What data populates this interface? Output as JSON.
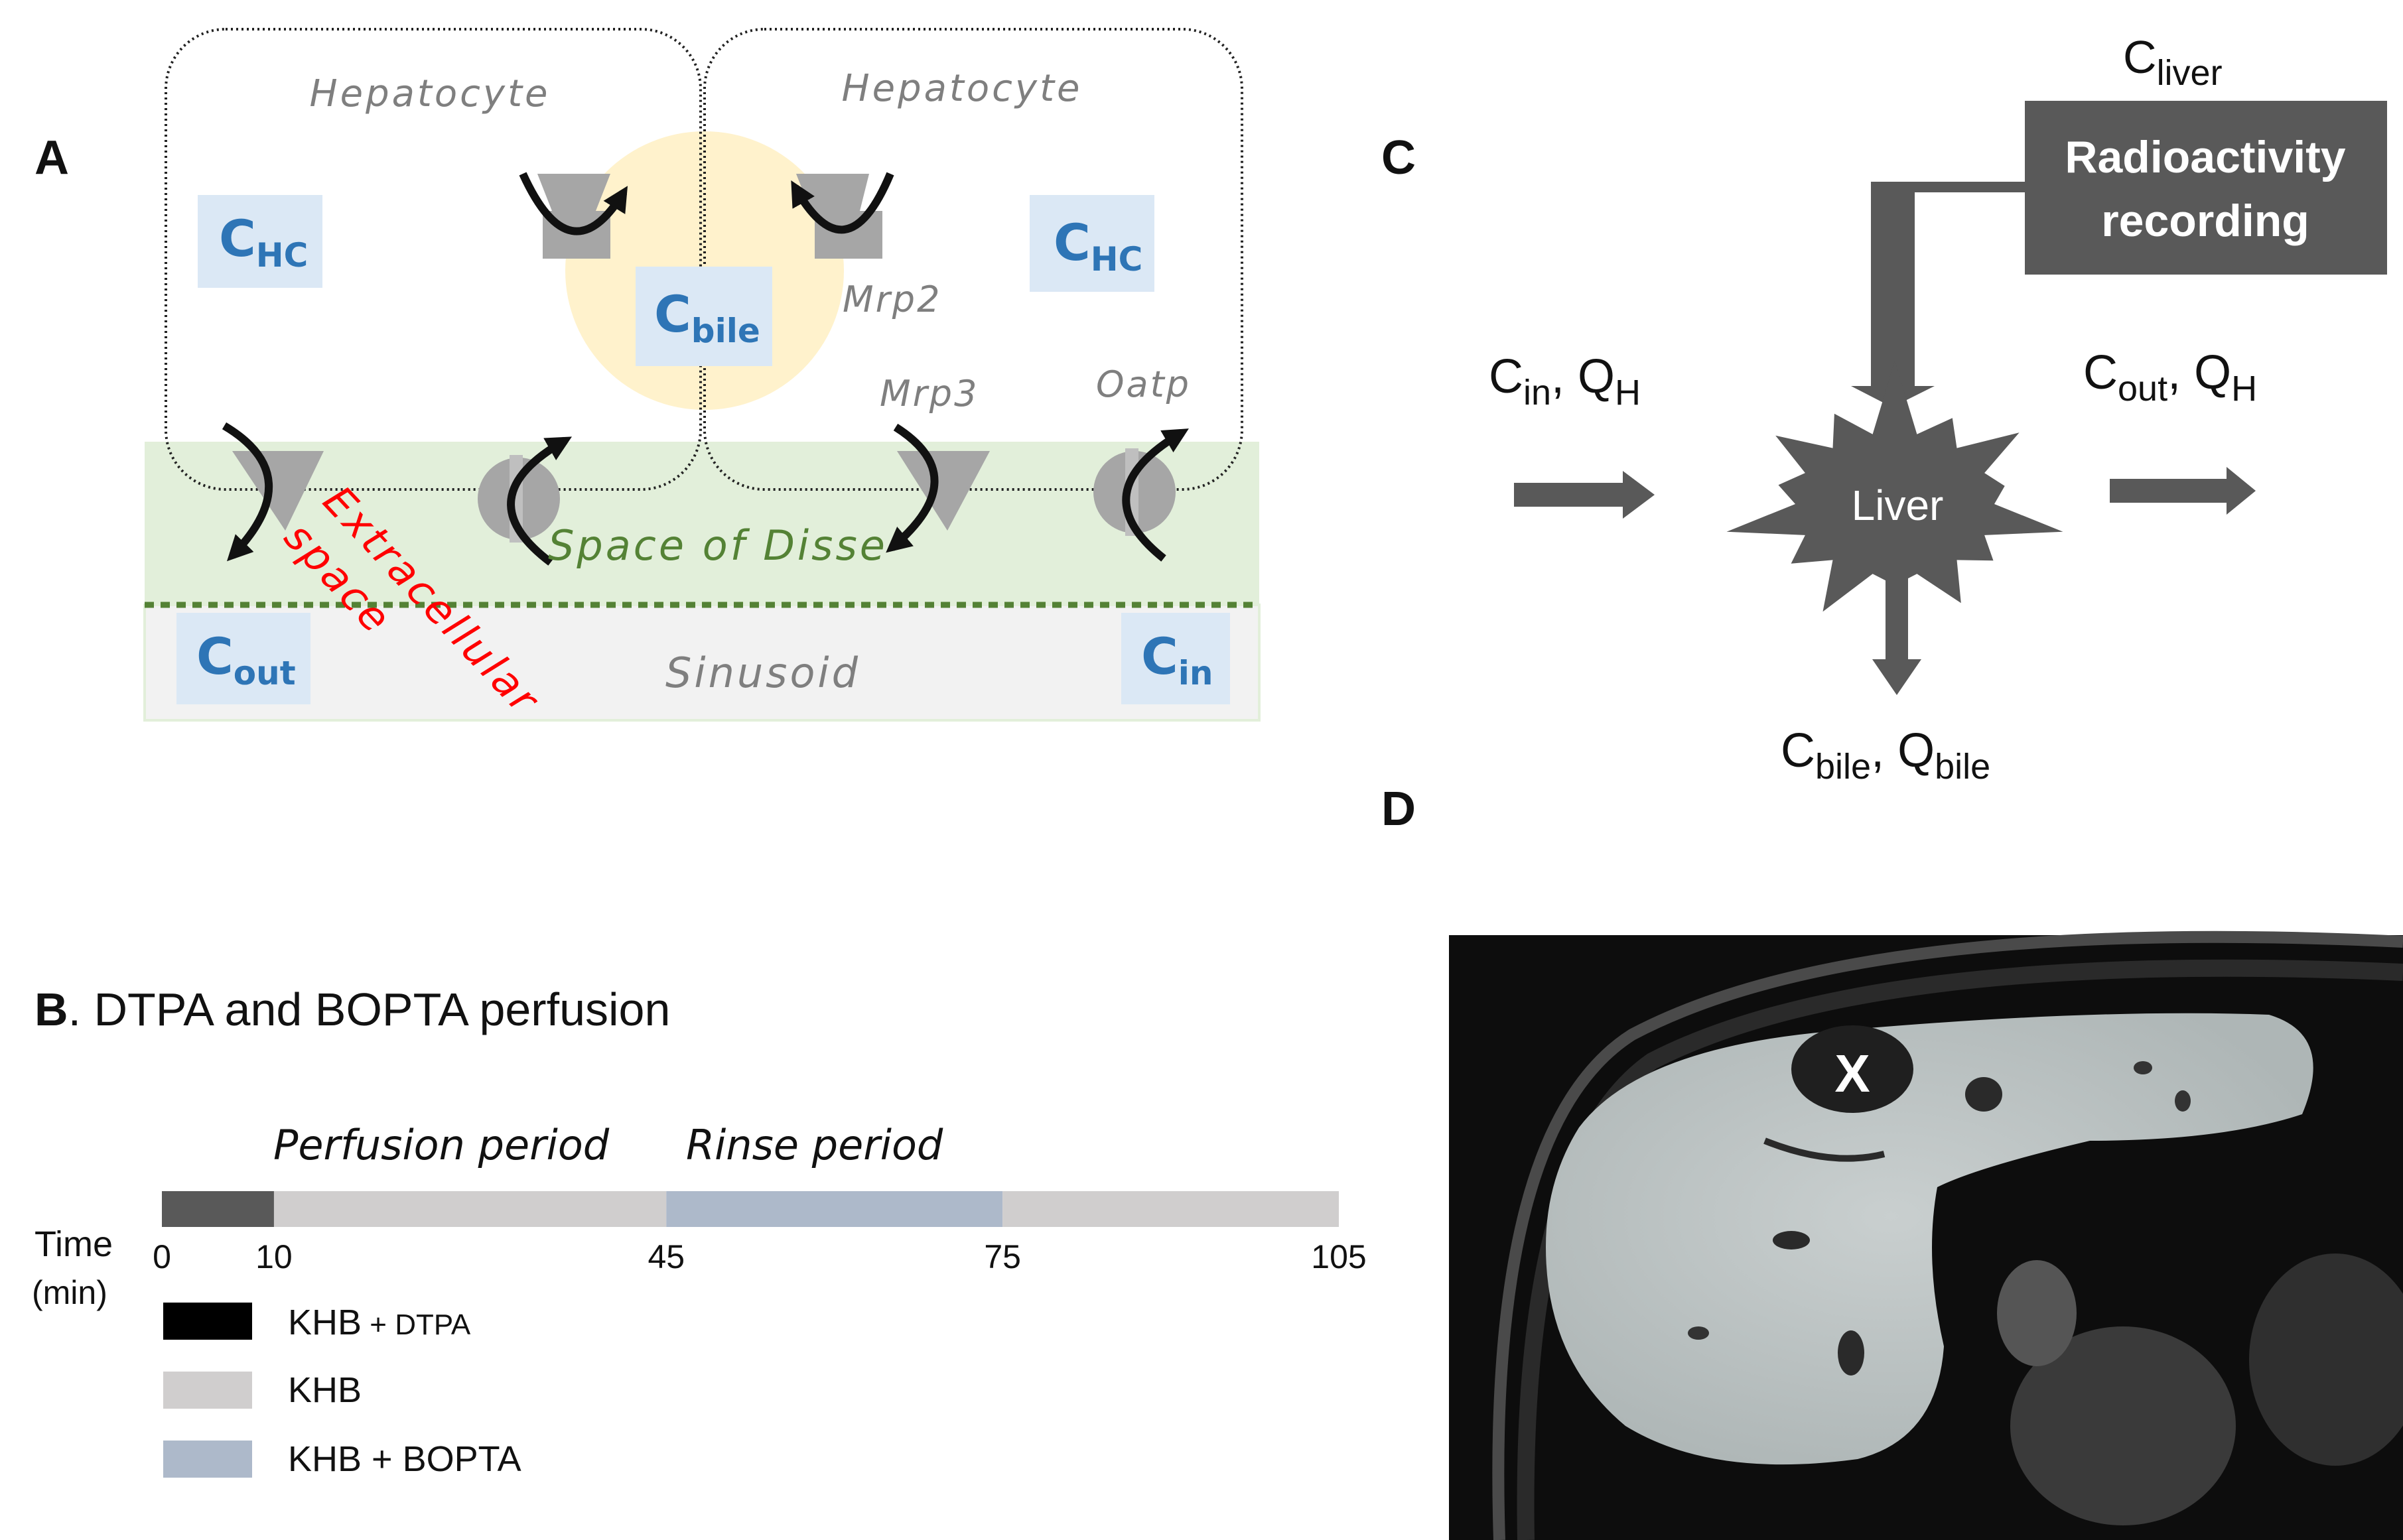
{
  "colors": {
    "c_box_fill": "#dbe8f5",
    "c_text": "#2e75b6",
    "disse_fill": "#e2efda",
    "disse_text": "#548235",
    "sinusoid_fill": "#f2f2f2",
    "bile_fill": "#fff2cc",
    "extracellular_text": "#ff0000",
    "dark_gray": "#595959",
    "transporter_gray": "#a6a6a6",
    "timeline_dark": "#595959",
    "timeline_light": "#d0cece",
    "timeline_blue": "#adb9ca"
  },
  "panel_a": {
    "label": "A",
    "hepatocyte_left": "Hepatocyte",
    "hepatocyte_right": "Hepatocyte",
    "c_hc_left": {
      "main": "C",
      "sub": "HC"
    },
    "c_hc_right": {
      "main": "C",
      "sub": "HC"
    },
    "c_bile": {
      "main": "C",
      "sub": "bile"
    },
    "c_out": {
      "main": "C",
      "sub": "out"
    },
    "c_in": {
      "main": "C",
      "sub": "in"
    },
    "mrp2": "Mrp2",
    "mrp3": "Mrp3",
    "oatp": "Oatp",
    "space_of_disse": "Space of Disse",
    "extracellular_line1": "Extracellular",
    "extracellular_line2": "space",
    "sinusoid": "Sinusoid",
    "icons": [
      "efflux-transporter-icon",
      "uptake-transporter-icon",
      "curved-arrow-icon"
    ]
  },
  "panel_b": {
    "label": "B",
    "title": ". DTPA and BOPTA perfusion",
    "perfusion_period": "Perfusion period",
    "rinse_period": "Rinse period",
    "time_label_line1": "Time",
    "time_label_line2": "(min)",
    "ticks": [
      "0",
      "10",
      "45",
      "75",
      "105"
    ],
    "legend": [
      {
        "main": "KHB",
        "small": " + DTPA",
        "color": "#000000"
      },
      {
        "main": "KHB",
        "small": "",
        "color": "#d0cece"
      },
      {
        "main": "KHB + BOPTA",
        "small": "",
        "color": "#adb9ca"
      }
    ]
  },
  "panel_c": {
    "label": "C",
    "c_liver": {
      "main": "C",
      "sub": "liver"
    },
    "recording_line1": "Radioactivity",
    "recording_line2": "recording",
    "liver": "Liver",
    "input": {
      "c": "C",
      "c_sub": "in",
      "q": ", Q",
      "q_sub": "H"
    },
    "output": {
      "c": "C",
      "c_sub": "out",
      "q": ", Q",
      "q_sub": "H"
    },
    "bile": {
      "c": "C",
      "c_sub": "bile",
      "q": ", Q",
      "q_sub": "bile"
    }
  },
  "panel_d": {
    "label": "D",
    "marker": "X",
    "image": "liver-mri-image"
  }
}
